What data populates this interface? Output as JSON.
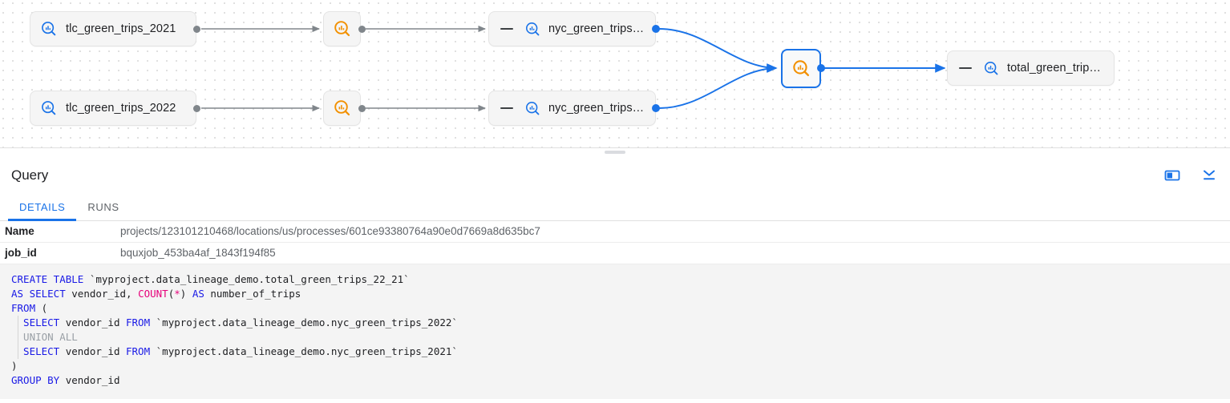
{
  "graph": {
    "nodes": [
      {
        "id": "tlc2021",
        "label": "tlc_green_trips_2021",
        "type": "table",
        "icon": "bigquery-table-search-icon",
        "has_toggle": false,
        "selected": false
      },
      {
        "id": "tlc2022",
        "label": "tlc_green_trips_2022",
        "type": "table",
        "icon": "bigquery-table-search-icon",
        "has_toggle": false,
        "selected": false
      },
      {
        "id": "proc1",
        "label": "",
        "type": "process",
        "icon": "process-search-icon",
        "has_toggle": false,
        "selected": false
      },
      {
        "id": "proc2",
        "label": "",
        "type": "process",
        "icon": "process-search-icon",
        "has_toggle": false,
        "selected": false
      },
      {
        "id": "nyc2021",
        "label": "nyc_green_trips…",
        "type": "table",
        "icon": "bigquery-table-search-icon",
        "has_toggle": true,
        "selected": false
      },
      {
        "id": "nyc2022",
        "label": "nyc_green_trips…",
        "type": "table",
        "icon": "bigquery-table-search-icon",
        "has_toggle": true,
        "selected": false
      },
      {
        "id": "procsel",
        "label": "",
        "type": "process",
        "icon": "process-search-icon",
        "has_toggle": false,
        "selected": true
      },
      {
        "id": "total",
        "label": "total_green_trip…",
        "type": "table",
        "icon": "bigquery-table-search-icon",
        "has_toggle": true,
        "selected": false
      }
    ],
    "colors": {
      "edge_default": "#80868b",
      "edge_highlight": "#1a73e8",
      "table_icon": "#1a73e8",
      "process_icon": "#f29000",
      "selection": "#1a73e8"
    }
  },
  "panel": {
    "title": "Query",
    "actions": [
      {
        "name": "split-panel-icon",
        "label": "Toggle side panel"
      },
      {
        "name": "collapse-down-icon",
        "label": "Collapse panel"
      }
    ],
    "tabs": [
      {
        "id": "details",
        "label": "DETAILS",
        "active": true
      },
      {
        "id": "runs",
        "label": "RUNS",
        "active": false
      }
    ],
    "details_rows": [
      {
        "key": "Name",
        "value": "projects/123101210468/locations/us/processes/601ce93380764a90e0d7669a8d635bc7"
      },
      {
        "key": "job_id",
        "value": "bquxjob_453ba4af_1843f194f85"
      }
    ]
  },
  "sql": {
    "lines": [
      [
        {
          "t": "CREATE TABLE ",
          "c": "kw"
        },
        {
          "t": "`myproject.data_lineage_demo.total_green_trips_22_21`",
          "c": "plain"
        }
      ],
      [
        {
          "t": "AS SELECT ",
          "c": "kw"
        },
        {
          "t": "vendor_id, ",
          "c": "plain"
        },
        {
          "t": "COUNT",
          "c": "fn"
        },
        {
          "t": "(",
          "c": "plain"
        },
        {
          "t": "*",
          "c": "punc"
        },
        {
          "t": ") ",
          "c": "plain"
        },
        {
          "t": "AS ",
          "c": "kw"
        },
        {
          "t": "number_of_trips",
          "c": "plain"
        }
      ],
      [
        {
          "t": "FROM ",
          "c": "kw"
        },
        {
          "t": "(",
          "c": "plain"
        }
      ],
      [
        {
          "t": "  SELECT ",
          "c": "kw"
        },
        {
          "t": "vendor_id ",
          "c": "plain"
        },
        {
          "t": "FROM ",
          "c": "kw"
        },
        {
          "t": "`myproject.data_lineage_demo.nyc_green_trips_2022`",
          "c": "plain"
        }
      ],
      [
        {
          "t": "  UNION ALL",
          "c": "dim"
        }
      ],
      [
        {
          "t": "  SELECT ",
          "c": "kw"
        },
        {
          "t": "vendor_id ",
          "c": "plain"
        },
        {
          "t": "FROM ",
          "c": "kw"
        },
        {
          "t": "`myproject.data_lineage_demo.nyc_green_trips_2021`",
          "c": "plain"
        }
      ],
      [
        {
          "t": ")",
          "c": "plain"
        }
      ],
      [
        {
          "t": "GROUP BY ",
          "c": "kw"
        },
        {
          "t": "vendor_id",
          "c": "plain"
        }
      ]
    ]
  }
}
